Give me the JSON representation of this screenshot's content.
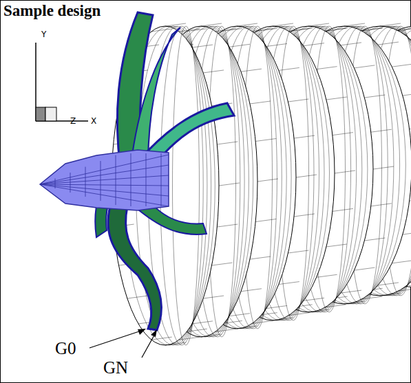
{
  "diagram": {
    "title": "Sample design",
    "labels": [
      "Y",
      "Z",
      "X",
      "G0",
      "GN"
    ]
  }
}
